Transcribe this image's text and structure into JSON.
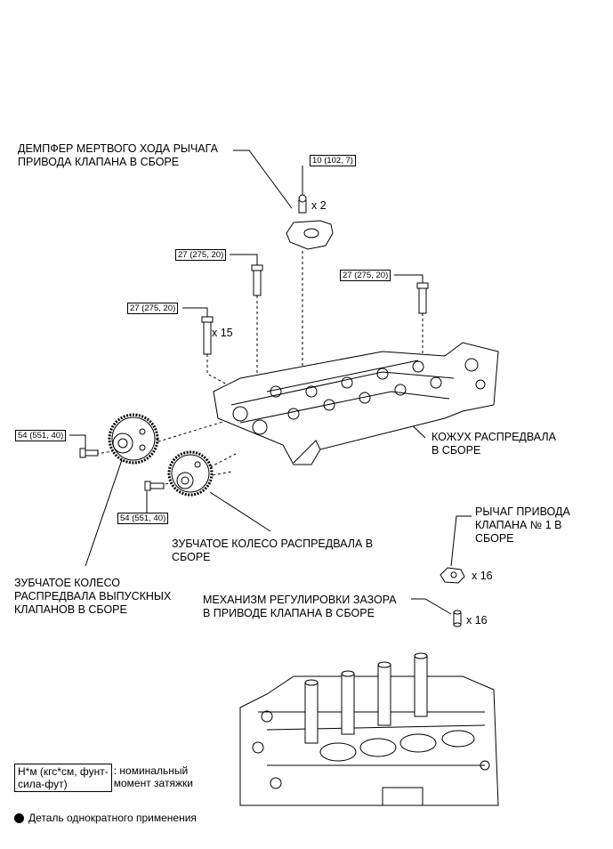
{
  "labels": {
    "damper": "ДЕМПФЕР МЕРТВОГО ХОДА РЫЧАГА\nПРИВОДА КЛАПАНА В СБОРЕ",
    "cam_housing": "КОЖУХ РАСПРЕДВАЛА\nВ СБОРЕ",
    "rocker_arm": "РЫЧАГ ПРИВОДА\nКЛАПАНА № 1 В\nСБОРЕ",
    "lash_adjuster": "МЕХАНИЗМ РЕГУЛИРОВКИ ЗАЗОРА\nВ ПРИВОДЕ КЛАПАНА В СБОРЕ",
    "cam_sprocket": "ЗУБЧАТОЕ КОЛЕСО РАСПРЕДВАЛА В\nСБОРЕ",
    "exhaust_sprocket": "ЗУБЧАТОЕ КОЛЕСО\nРАСПРЕДВАЛА ВЫПУСКНЫХ\nКЛАПАНОВ В СБОРЕ"
  },
  "torques": {
    "damper_bolt": "10 (102, 7)",
    "bolt_left_upper": "27 (275, 20)",
    "bolt_right": "27 (275, 20)",
    "bolt_left_lower": "27 (275, 20)",
    "exhaust_sprocket_bolt": "54 (551, 40)",
    "cam_sprocket_bolt": "54 (551, 40)"
  },
  "quantities": {
    "damper_bolts": "x 2",
    "housing_bolts": "x 15",
    "rocker_arms": "x 16",
    "lash_adjusters": "x 16"
  },
  "legend": {
    "unit_box": "Н*м (кгс*см, фунт-\nсила-фут)",
    "unit_desc": ": номинальный\nмомент затяжки",
    "non_reusable": "Деталь однократного применения"
  }
}
